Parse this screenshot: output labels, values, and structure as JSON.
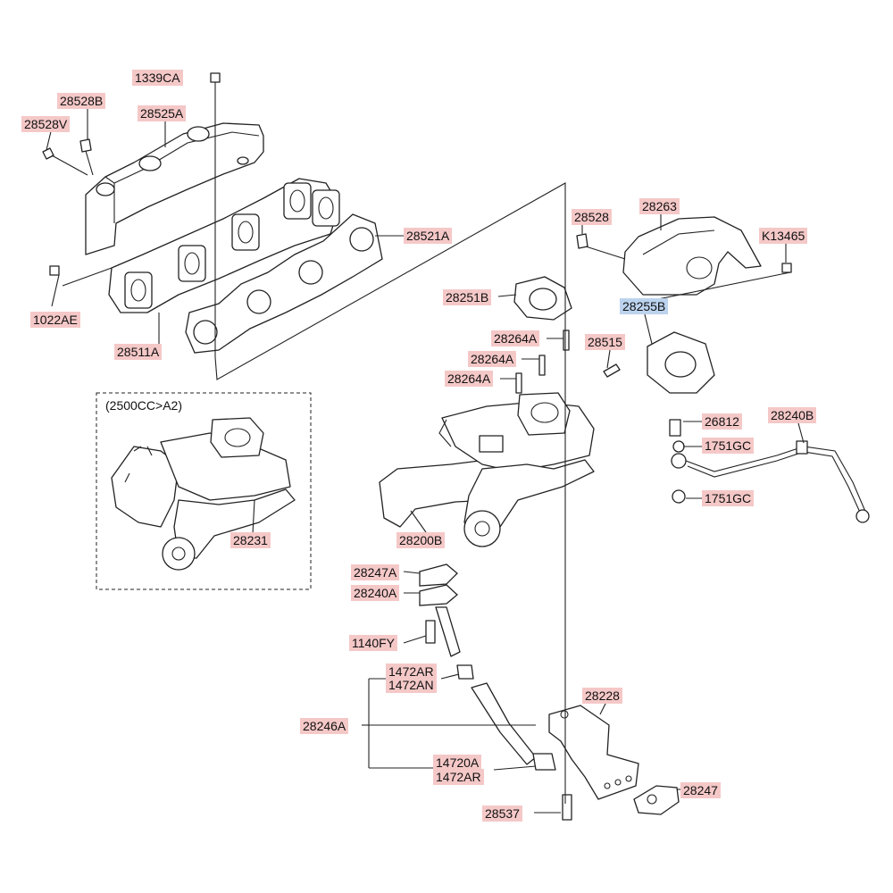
{
  "colors": {
    "label_bg": "#f5c8c8",
    "label_selected_bg": "#bcd3ee",
    "line": "#222222"
  },
  "variant_note": "(2500CC>A2)",
  "labels": [
    {
      "id": "1339CA",
      "text": "1339CA",
      "selected": false
    },
    {
      "id": "28528B",
      "text": "28528B",
      "selected": false
    },
    {
      "id": "28525A",
      "text": "28525A",
      "selected": false
    },
    {
      "id": "28528V",
      "text": "28528V",
      "selected": false
    },
    {
      "id": "28521A",
      "text": "28521A",
      "selected": false
    },
    {
      "id": "1022AE",
      "text": "1022AE",
      "selected": false
    },
    {
      "id": "28511A",
      "text": "28511A",
      "selected": false
    },
    {
      "id": "28528",
      "text": "28528",
      "selected": false
    },
    {
      "id": "28263",
      "text": "28263",
      "selected": false
    },
    {
      "id": "K13465",
      "text": "K13465",
      "selected": false
    },
    {
      "id": "28251B",
      "text": "28251B",
      "selected": false
    },
    {
      "id": "28255B",
      "text": "28255B",
      "selected": true
    },
    {
      "id": "28264A-1",
      "text": "28264A",
      "selected": false
    },
    {
      "id": "28515",
      "text": "28515",
      "selected": false
    },
    {
      "id": "28264A-2",
      "text": "28264A",
      "selected": false
    },
    {
      "id": "28264A-3",
      "text": "28264A",
      "selected": false
    },
    {
      "id": "26812",
      "text": "26812",
      "selected": false
    },
    {
      "id": "28240B",
      "text": "28240B",
      "selected": false
    },
    {
      "id": "1751GC-1",
      "text": "1751GC",
      "selected": false
    },
    {
      "id": "1751GC-2",
      "text": "1751GC",
      "selected": false
    },
    {
      "id": "28231",
      "text": "28231",
      "selected": false
    },
    {
      "id": "28200B",
      "text": "28200B",
      "selected": false
    },
    {
      "id": "28247A",
      "text": "28247A",
      "selected": false
    },
    {
      "id": "28240A",
      "text": "28240A",
      "selected": false
    },
    {
      "id": "1140FY",
      "text": "1140FY",
      "selected": false
    },
    {
      "id": "1472AR-1",
      "text": "1472AR",
      "selected": false
    },
    {
      "id": "1472AN",
      "text": "1472AN",
      "selected": false
    },
    {
      "id": "28228",
      "text": "28228",
      "selected": false
    },
    {
      "id": "28246A",
      "text": "28246A",
      "selected": false
    },
    {
      "id": "14720A",
      "text": "14720A",
      "selected": false
    },
    {
      "id": "1472AR-2",
      "text": "1472AR",
      "selected": false
    },
    {
      "id": "28537",
      "text": "28537",
      "selected": false
    },
    {
      "id": "28247",
      "text": "28247",
      "selected": false
    }
  ]
}
